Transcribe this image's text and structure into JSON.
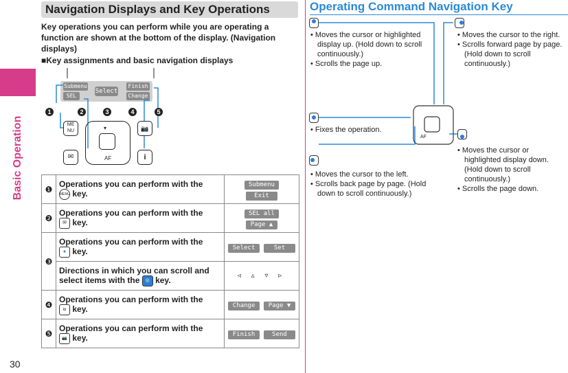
{
  "side": {
    "label": "Basic Operation",
    "page_number": "30"
  },
  "left": {
    "title": "Navigation Displays and Key Operations",
    "intro": "Key operations you can perform while you are operating a function are shown at the bottom of the display. (Navigation displays)",
    "subhead": "■Key assignments and basic navigation displays",
    "diagram": {
      "soft_left_top": "Submenu",
      "soft_left_bottom": "SEL",
      "soft_center": "Select",
      "soft_right_top": "Finish",
      "soft_right_bottom": "Change",
      "numbers": [
        "1",
        "2",
        "3",
        "4",
        "5"
      ],
      "key_menu": "ME NU",
      "key_mail": "✉",
      "key_camera": "📷",
      "key_i": "i",
      "dpad_label": "AF",
      "dpad_top": "▾"
    },
    "rows": [
      {
        "num": "❶",
        "desc_prefix": "Operations you can perform with the",
        "key": "MENU",
        "desc_suffix": "key.",
        "chips": [
          "Submenu",
          "Exit"
        ]
      },
      {
        "num": "❷",
        "desc_prefix": "Operations you can perform with the",
        "key": "✉",
        "desc_suffix": "key.",
        "chips": [
          "SEL all",
          "Page ▲"
        ]
      },
      {
        "num": "❸",
        "desc_prefix": "Operations you can perform with the",
        "key": "●",
        "desc_suffix": "key.",
        "chips": [
          "Select",
          "Set"
        ]
      },
      {
        "num": "",
        "desc_prefix": "Directions in which you can scroll and select items with the",
        "key": "◎",
        "desc_suffix": "key.",
        "arrows": "◃ ▵ ▿ ▹"
      },
      {
        "num": "❹",
        "desc_prefix": "Operations you can perform with the",
        "key": "iα",
        "desc_suffix": "key.",
        "chips": [
          "Change",
          "Page ▼"
        ]
      },
      {
        "num": "❺",
        "desc_prefix": "Operations you can perform with the",
        "key": "📷",
        "desc_suffix": "key.",
        "chips": [
          "Finish",
          "Send"
        ]
      }
    ]
  },
  "right": {
    "title": "Operating Command Navigation Key",
    "up": [
      "• Moves the cursor or highlighted display up. (Hold down to scroll continuously.)",
      "• Scrolls the page up."
    ],
    "right": [
      "• Moves the cursor to the right.",
      "• Scrolls forward page by page. (Hold down to scroll continuously.)"
    ],
    "center": [
      "• Fixes the operation."
    ],
    "down": [
      "• Moves the cursor or highlighted display down. (Hold down to scroll continuously.)",
      "• Scrolls the page down."
    ],
    "left": [
      "• Moves the cursor to the left.",
      "• Scrolls back page by page. (Hold down to scroll continuously.)"
    ],
    "phone_label": "AF"
  },
  "colors": {
    "accent_pink": "#d63c8a",
    "accent_blue": "#2b8ad6",
    "key_gray": "#8a8a8a"
  }
}
